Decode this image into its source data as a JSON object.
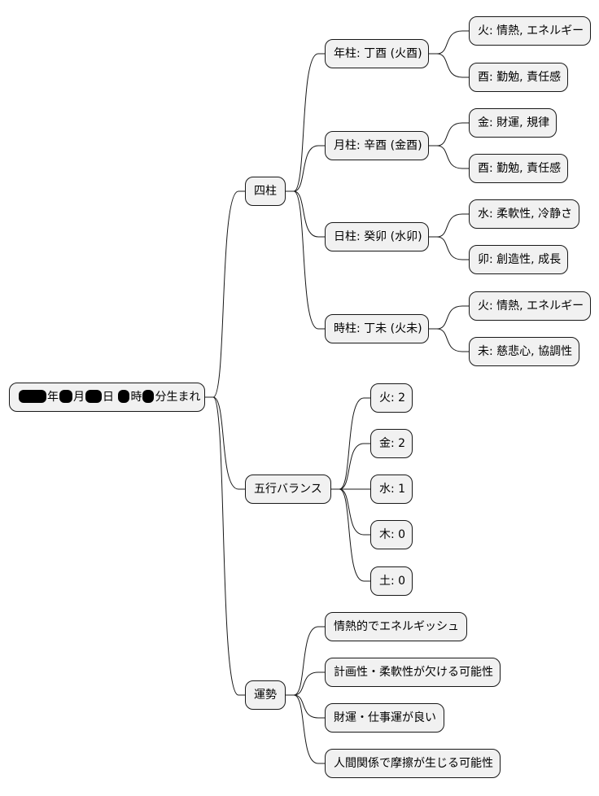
{
  "root": {
    "parts": [
      "",
      "年",
      "月",
      "日",
      "時",
      "分生まれ"
    ]
  },
  "branches": [
    {
      "label": "四柱",
      "children": [
        {
          "label": "年柱: 丁酉 (火酉)",
          "children": [
            "火: 情熱, エネルギー",
            "酉: 勤勉, 責任感"
          ]
        },
        {
          "label": "月柱: 辛酉 (金酉)",
          "children": [
            "金: 財運, 規律",
            "酉: 勤勉, 責任感"
          ]
        },
        {
          "label": "日柱: 癸卯 (水卯)",
          "children": [
            "水: 柔軟性, 冷静さ",
            "卯: 創造性, 成長"
          ]
        },
        {
          "label": "時柱: 丁未 (火未)",
          "children": [
            "火: 情熱, エネルギー",
            "未: 慈悲心, 協調性"
          ]
        }
      ]
    },
    {
      "label": "五行バランス",
      "children": [
        {
          "label": "火: 2"
        },
        {
          "label": "金: 2"
        },
        {
          "label": "水: 1"
        },
        {
          "label": "木: 0"
        },
        {
          "label": "土: 0"
        }
      ]
    },
    {
      "label": "運勢",
      "children": [
        {
          "label": "情熱的でエネルギッシュ"
        },
        {
          "label": "計画性・柔軟性が欠ける可能性"
        },
        {
          "label": "財運・仕事運が良い"
        },
        {
          "label": "人間関係で摩擦が生じる可能性"
        }
      ]
    }
  ]
}
